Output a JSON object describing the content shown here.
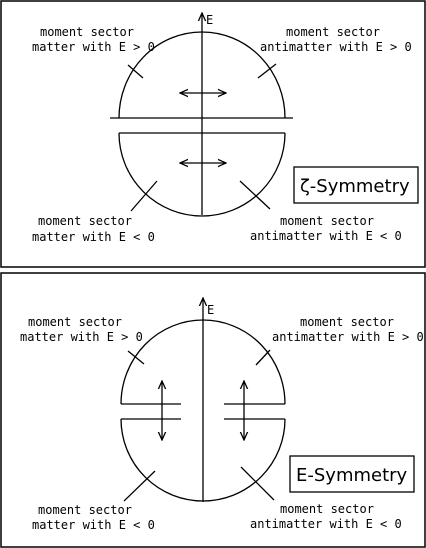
{
  "top_panel": {
    "axis_label": "E",
    "labels": {
      "upper_left": [
        "moment sector",
        "matter with E > 0"
      ],
      "upper_right": [
        "moment sector",
        "antimatter with E > 0"
      ],
      "lower_left": [
        "moment sector",
        "matter with E < 0"
      ],
      "lower_right": [
        "moment sector",
        "antimatter with E < 0"
      ]
    },
    "symmetry_title": "ζ-Symmetry"
  },
  "bottom_panel": {
    "axis_label": "E",
    "labels": {
      "upper_left": [
        "moment sector",
        "matter with E > 0"
      ],
      "upper_right": [
        "moment sector",
        "antimatter with E > 0"
      ],
      "lower_left": [
        "moment sector",
        "matter with E < 0"
      ],
      "lower_right": [
        "moment sector",
        "antimatter with E < 0"
      ]
    },
    "symmetry_title": "E-Symmetry"
  }
}
